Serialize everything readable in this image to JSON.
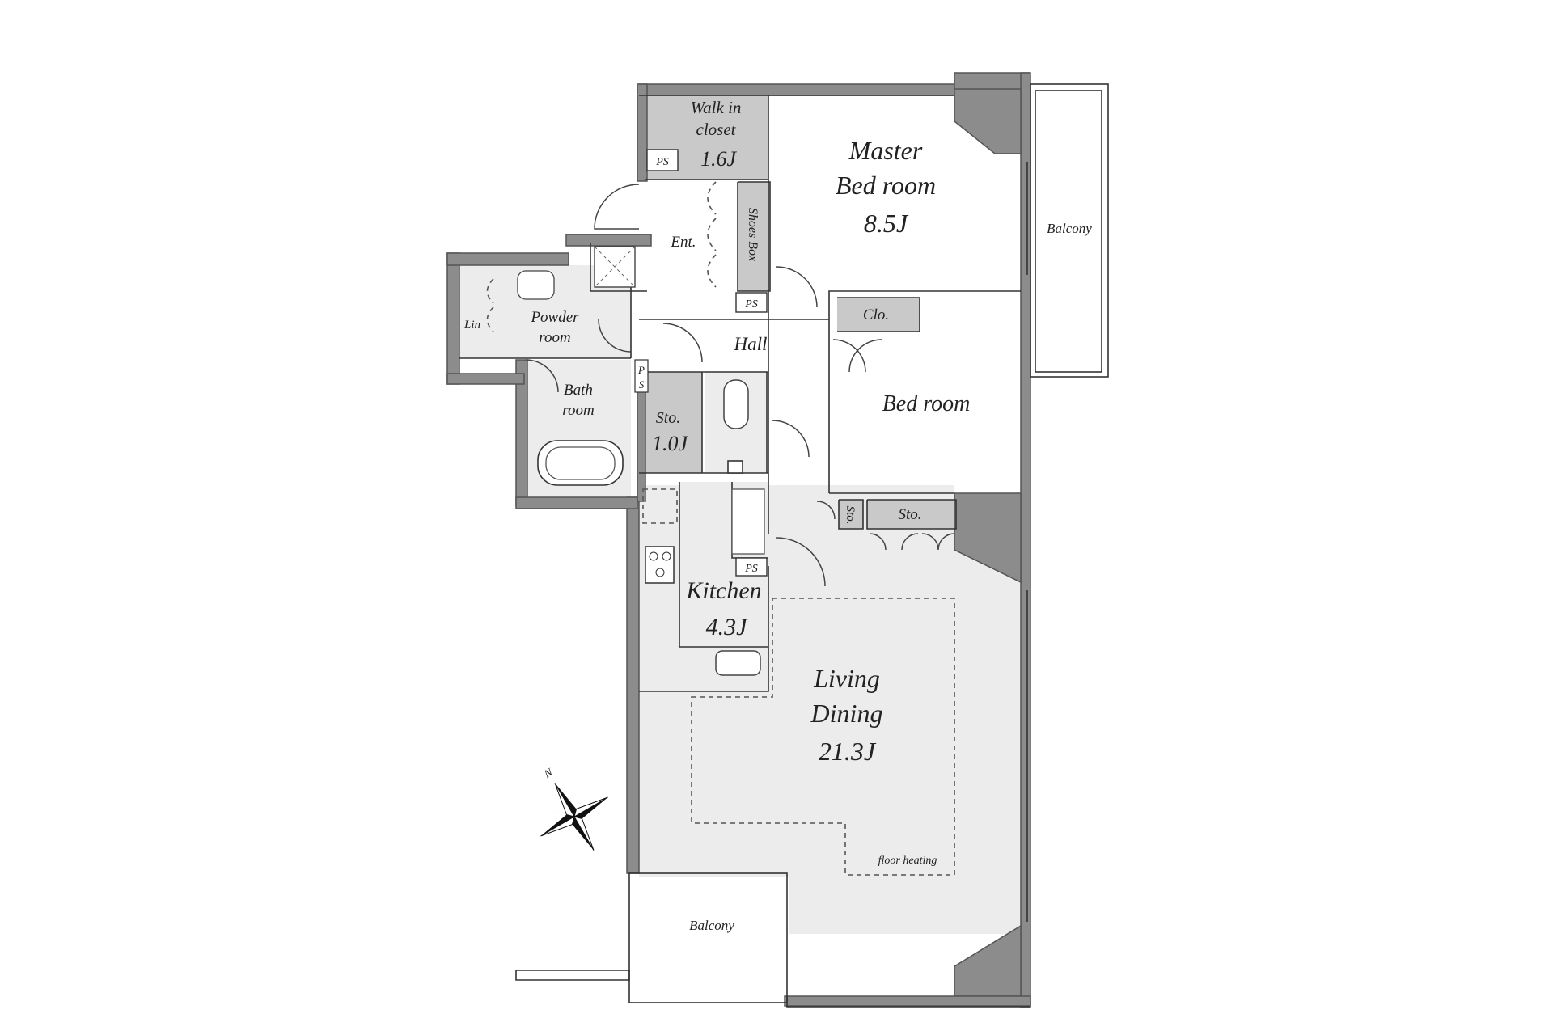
{
  "rooms": {
    "walk_in_closet": {
      "line1": "Walk in",
      "line2": "closet",
      "area": "1.6J"
    },
    "master_bedroom": {
      "line1": "Master",
      "line2": "Bed room",
      "area": "8.5J"
    },
    "entrance": "Ent.",
    "shoes_box": "Shoes Box",
    "powder_room": {
      "line1": "Powder",
      "line2": "room"
    },
    "linen": "Lin",
    "hall": "Hall",
    "closet": "Clo.",
    "bedroom": "Bed room",
    "bath_room": {
      "line1": "Bath",
      "line2": "room"
    },
    "storage_small": {
      "label": "Sto.",
      "area": "1.0J"
    },
    "storage_bedroom": "Sto.",
    "storage_vertical": "Sto.",
    "kitchen": {
      "label": "Kitchen",
      "area": "4.3J"
    },
    "living_dining": {
      "line1": "Living",
      "line2": "Dining",
      "area": "21.3J"
    },
    "floor_heating": "floor heating",
    "balcony_east": "Balcony",
    "balcony_south": "Balcony"
  },
  "pipe_spaces": {
    "ps1": "PS",
    "ps2": "PS",
    "ps3": "PS",
    "ps4_a": "P",
    "ps4_b": "S"
  },
  "compass": {
    "north_label": "N"
  },
  "colors": {
    "wall": "#8c8c8c",
    "room_fill": "#ececec",
    "storage_fill": "#c9c9c9",
    "line": "#333333"
  }
}
